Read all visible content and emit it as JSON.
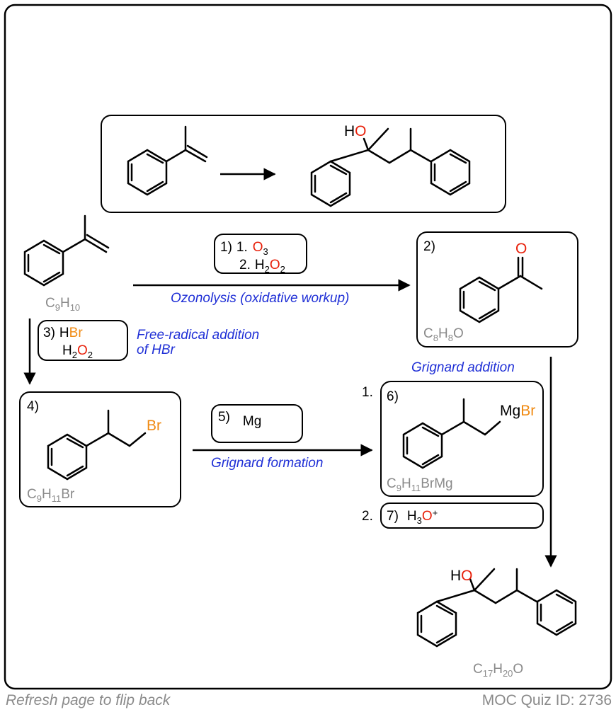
{
  "colors": {
    "frame": "#000000",
    "oxygen": "#e8210b",
    "bromine": "#f08a12",
    "blue_text": "#1f2fd6",
    "gray_formula": "#8a8a8a"
  },
  "starting_material": {
    "formula_html": "C<tspan font-size='13' dy='5'>9</tspan><tspan dy='-5'>H</tspan><tspan font-size='13' dy='5'>10</tspan>"
  },
  "formulas": {
    "c9h10": {
      "C": "C",
      "n1": "9",
      "H": "H",
      "n2": "10"
    },
    "c8h8o": {
      "C": "C",
      "n1": "8",
      "H": "H",
      "n2": "8",
      "O": "O"
    },
    "c9h11br": {
      "C": "C",
      "n1": "9",
      "H": "H",
      "n2": "11",
      "rest": "Br"
    },
    "c9h11brmg": {
      "C": "C",
      "n1": "9",
      "H": "H",
      "n2": "11",
      "rest": "BrMg"
    },
    "c17h20o": {
      "C": "C",
      "n1": "17",
      "H": "H",
      "n2": "20",
      "O": "O"
    }
  },
  "labels": {
    "hydroxyl": {
      "H": "H",
      "O": "O"
    },
    "ketone_o": "O",
    "br": "Br",
    "mgbr": {
      "Mg": "Mg",
      "Br": "Br"
    }
  },
  "step1": {
    "num": "1)",
    "line1_pre": "1.",
    "line1_o": "O",
    "line1_sub": "3",
    "line2_pre": "2.",
    "line2_h": "H",
    "line2_sub1": "2",
    "line2_o": "O",
    "line2_sub2": "2"
  },
  "step2": {
    "num": "2)"
  },
  "step3": {
    "num": "3)",
    "h": "H",
    "br": "Br",
    "h2": "H",
    "sub1": "2",
    "o": "O",
    "sub2": "2"
  },
  "step4": {
    "num": "4)"
  },
  "step5": {
    "num": "5)",
    "reagent": "Mg"
  },
  "step6": {
    "pre": "1.",
    "num": "6)"
  },
  "step7": {
    "pre": "2.",
    "num": "7)",
    "h": "H",
    "sub": "3",
    "o": "O",
    "sup": "+"
  },
  "annotations": {
    "ozonolysis": "Ozonolysis (oxidative workup)",
    "free_radical_1": "Free-radical addition",
    "free_radical_2": "of HBr",
    "grignard_addition": "Grignard addition",
    "grignard_formation": "Grignard formation"
  },
  "footer": {
    "left": "Refresh page to flip back",
    "right": "MOC Quiz ID: 2736"
  }
}
